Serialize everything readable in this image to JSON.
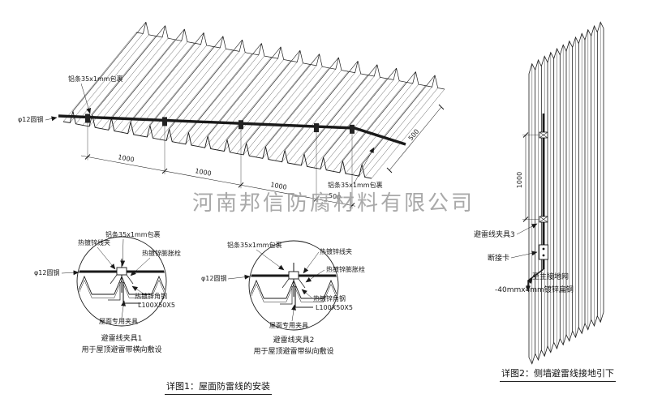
{
  "watermark": "河南邦信防腐材料有限公司",
  "colors": {
    "red_label": "#cc1111"
  },
  "shared": {
    "aluminum_strip": "铝条35x1mm包裹",
    "round_steel": "φ12圆钢",
    "wire_clip": "热镀锌线夹",
    "expansion_bolt": "热镀锌膨胀栓",
    "angle_steel": "热镀锌角钢",
    "angle_spec": "L100X50X5",
    "roof_clamp": "屋面专用夹具"
  },
  "roof": {
    "dim_1000": "1000",
    "dim_500": "500"
  },
  "detail1": {
    "title": "避雷线夹具1",
    "subtitle": "用于屋顶避雷带横向敷设"
  },
  "detail2": {
    "title": "避雷线夹具2",
    "subtitle": "用于屋顶避雷带纵向敷设"
  },
  "wall": {
    "dim_1000": "1000",
    "clamp3_label": "避雷线夹具3",
    "disconnect_label": "断接卡",
    "to_ground_label": "至主接地网",
    "flat_steel_label": "-40mmx4mm镀锌扁钢"
  },
  "captions": {
    "fig1": "详图1：屋面防雷线的安装",
    "fig2": "详图2：侧墙避雷线接地引下"
  }
}
